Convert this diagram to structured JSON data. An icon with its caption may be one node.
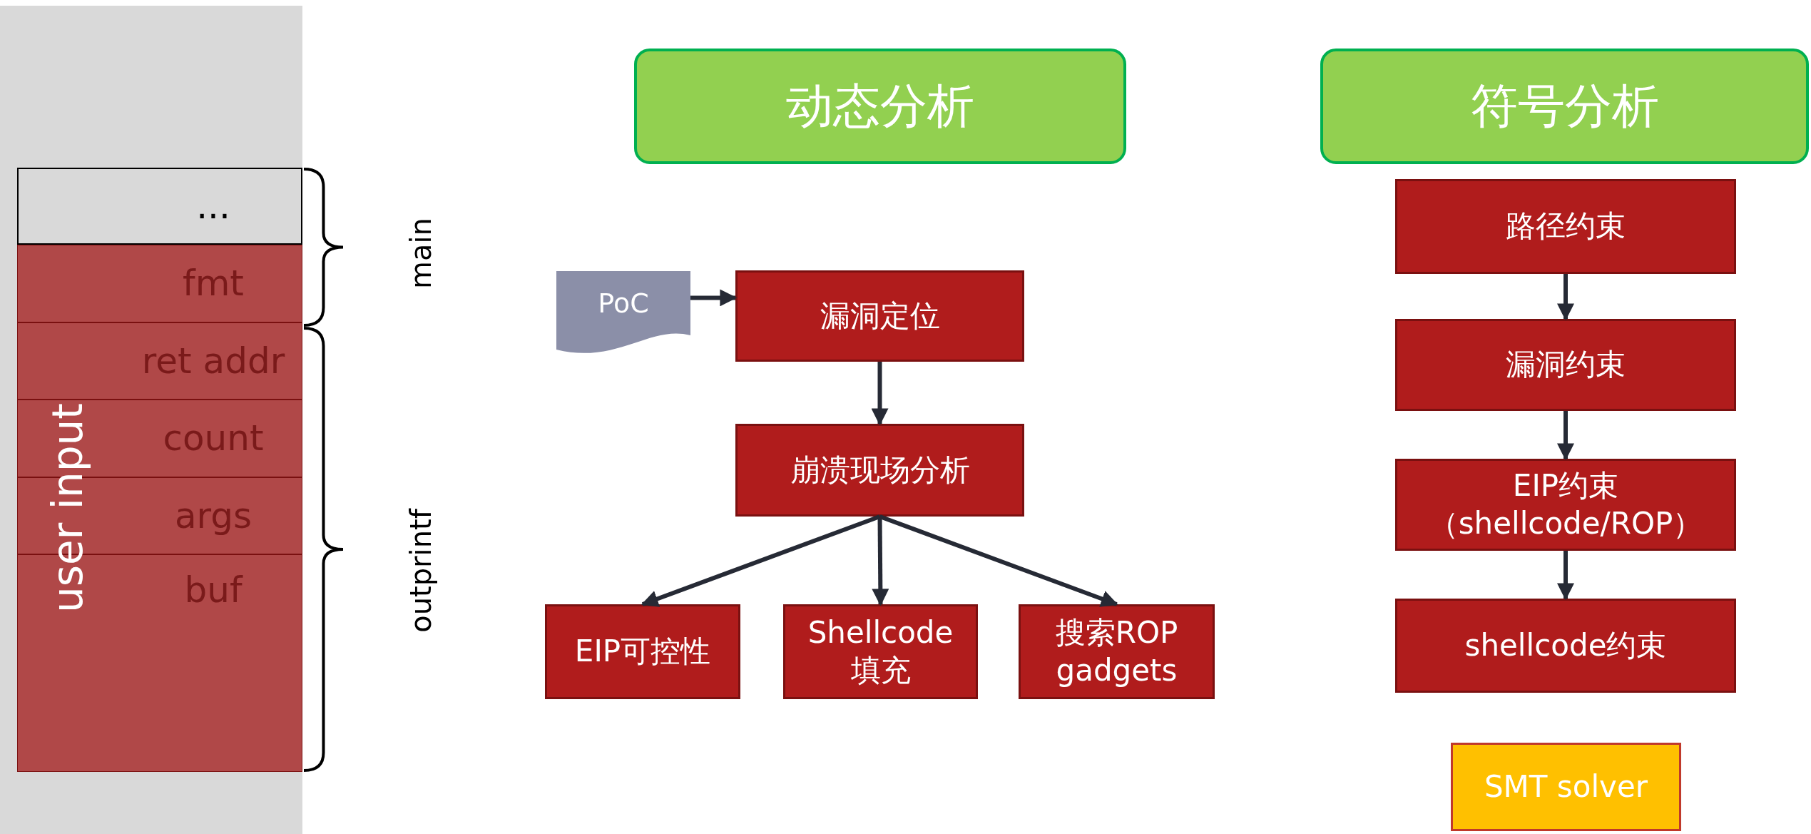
{
  "diagram": {
    "nodes": [
      {
        "text": [
          "..."
        ]
      },
      {
        "text": [
          "fmt"
        ]
      },
      {
        "text": [
          "ret addr"
        ]
      },
      {
        "text": [
          "count"
        ]
      },
      {
        "text": [
          "args"
        ]
      },
      {
        "text": [
          "buf"
        ]
      },
      {
        "text": [
          "动态分析"
        ]
      },
      {
        "text": [
          "符号分析"
        ]
      },
      {
        "text": [
          "PoC"
        ]
      },
      {
        "text": [
          "漏洞定位"
        ]
      },
      {
        "text": [
          "崩溃现场分析"
        ]
      },
      {
        "text": [
          "EIP可控性"
        ]
      },
      {
        "text": [
          "Shellcode 填充"
        ]
      },
      {
        "text": [
          "搜索ROP gadgets"
        ]
      },
      {
        "text": [
          "路径约束"
        ]
      },
      {
        "text": [
          "漏洞约束"
        ]
      },
      {
        "text": [
          "EIP约束（shellcode/ROP）"
        ]
      },
      {
        "text": [
          "shellcode约束"
        ]
      },
      {
        "text": [
          "SMT solver"
        ]
      }
    ],
    "edges": [
      {
        "from": 8,
        "to": 9,
        "arrow": "to"
      },
      {
        "from": 9,
        "to": 10,
        "arrow": "to"
      },
      {
        "from": 10,
        "to": 11,
        "arrow": "to"
      },
      {
        "from": 10,
        "to": 12,
        "arrow": "to"
      },
      {
        "from": 10,
        "to": 13,
        "arrow": "to"
      },
      {
        "from": 14,
        "to": 15,
        "arrow": "to"
      },
      {
        "from": 15,
        "to": 16,
        "arrow": "to"
      },
      {
        "from": 16,
        "to": 17,
        "arrow": "to"
      }
    ],
    "labels": [
      "user input",
      "main",
      "outprintf"
    ]
  }
}
